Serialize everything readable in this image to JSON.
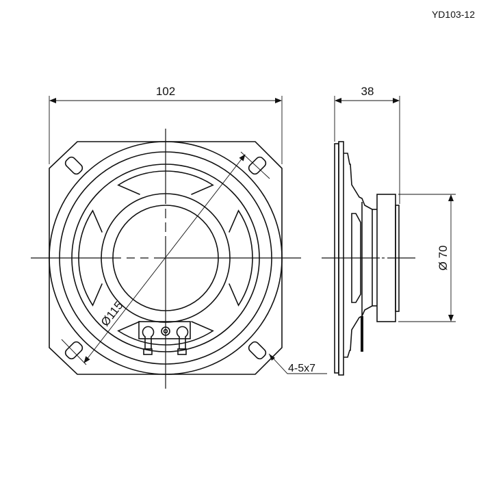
{
  "model": "YD103-12",
  "dimensions": {
    "width": "102",
    "depth": "38",
    "diagonal": "Ø115",
    "magnet": "Ø 70",
    "holes": "4-5x7"
  }
}
